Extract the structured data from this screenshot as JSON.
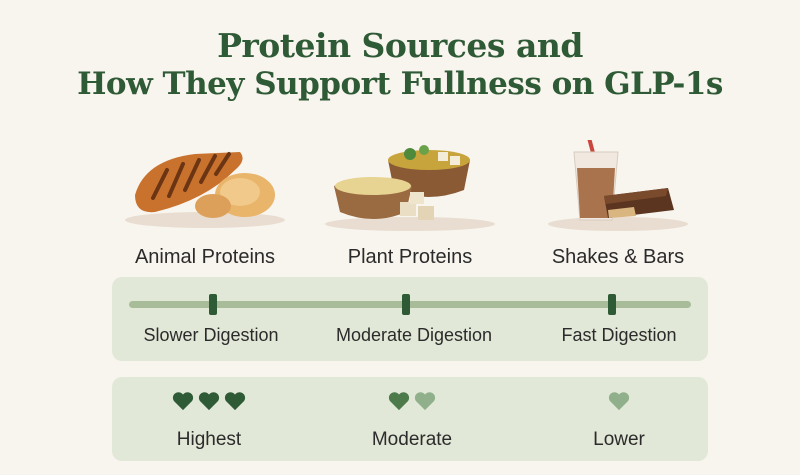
{
  "title": {
    "line1": "Protein Sources and",
    "line2": "How They Support Fullness on GLP-1s"
  },
  "sources": [
    {
      "label": "Animal Proteins",
      "icon": "grilled-chicken-icon"
    },
    {
      "label": "Plant Proteins",
      "icon": "beans-tofu-bowl-icon"
    },
    {
      "label": "Shakes & Bars",
      "icon": "shake-bar-icon"
    }
  ],
  "digestion": [
    {
      "label": "Slower Digestion"
    },
    {
      "label": "Moderate Digestion"
    },
    {
      "label": "Fast Digestion"
    }
  ],
  "fullness": [
    {
      "label": "Highest",
      "hearts": 3
    },
    {
      "label": "Moderate",
      "hearts": 2
    },
    {
      "label": "Lower",
      "hearts": 1
    }
  ],
  "colors": {
    "title": "#2f5a36",
    "panel": "#e2e8d7",
    "heart_dark": "#2f5a36",
    "heart_mid": "#5f8b5b",
    "heart_light": "#8fb08a"
  }
}
